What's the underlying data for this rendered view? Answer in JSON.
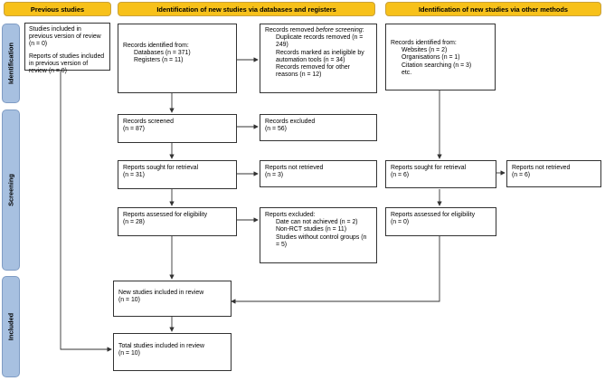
{
  "headers": {
    "previous": "Previous studies",
    "databases": "Identification of new studies via databases and registers",
    "other": "Identification of new studies via other methods"
  },
  "phases": {
    "identification": "Identification",
    "screening": "Screening",
    "included": "Included"
  },
  "previous_box": {
    "line1": "Studies included in previous version of review (n = 0)",
    "line2": "Reports of studies included in previous version of review (n = 0)"
  },
  "db_identified": {
    "title": "Records identified from:",
    "databases": "Databases (n = 371)",
    "registers": "Registers (n = 11)"
  },
  "db_removed": {
    "title_plain": "Records removed ",
    "title_italic": "before screening",
    "title_end": ":",
    "duplicates": "Duplicate records removed (n = 249)",
    "ineligible": "Records marked as ineligible by automation tools (n = 34)",
    "other": "Records removed for other reasons (n = 12)"
  },
  "other_identified": {
    "title": "Records identified from:",
    "websites": "Websites (n = 2)",
    "organisations": "Organisations (n = 1)",
    "citation": "Citation searching (n = 3)",
    "etc": "etc."
  },
  "screened": {
    "label": "Records screened",
    "n": "(n = 87)"
  },
  "excluded": {
    "label": "Records excluded",
    "n": "(n = 56)"
  },
  "db_sought": {
    "label": "Reports sought for retrieval",
    "n": "(n = 31)"
  },
  "db_not_retrieved": {
    "label": "Reports not retrieved",
    "n": "(n = 3)"
  },
  "other_sought": {
    "label": "Reports sought for retrieval",
    "n": "(n = 6)"
  },
  "other_not_retrieved": {
    "label": "Reports not retrieved",
    "n": "(n = 6)"
  },
  "db_assessed": {
    "label": "Reports assessed for eligibility",
    "n": "(n = 28)"
  },
  "reports_excluded": {
    "title": "Reports excluded:",
    "reason1": "Date can not achieved (n = 2)",
    "reason2": "Non-RCT studies (n = 11)",
    "reason3": "Studies without control groups (n = 5)"
  },
  "other_assessed": {
    "label": "Reports assessed for eligibility",
    "n": "(n = 0)"
  },
  "new_included": {
    "label": "New studies included in review",
    "n": "(n = 10)"
  },
  "total_included": {
    "label": "Total studies included in review",
    "n": "(n = 10)"
  },
  "colors": {
    "header": "#f7c11a",
    "phase": "#a7c0e0",
    "line": "#333333"
  }
}
